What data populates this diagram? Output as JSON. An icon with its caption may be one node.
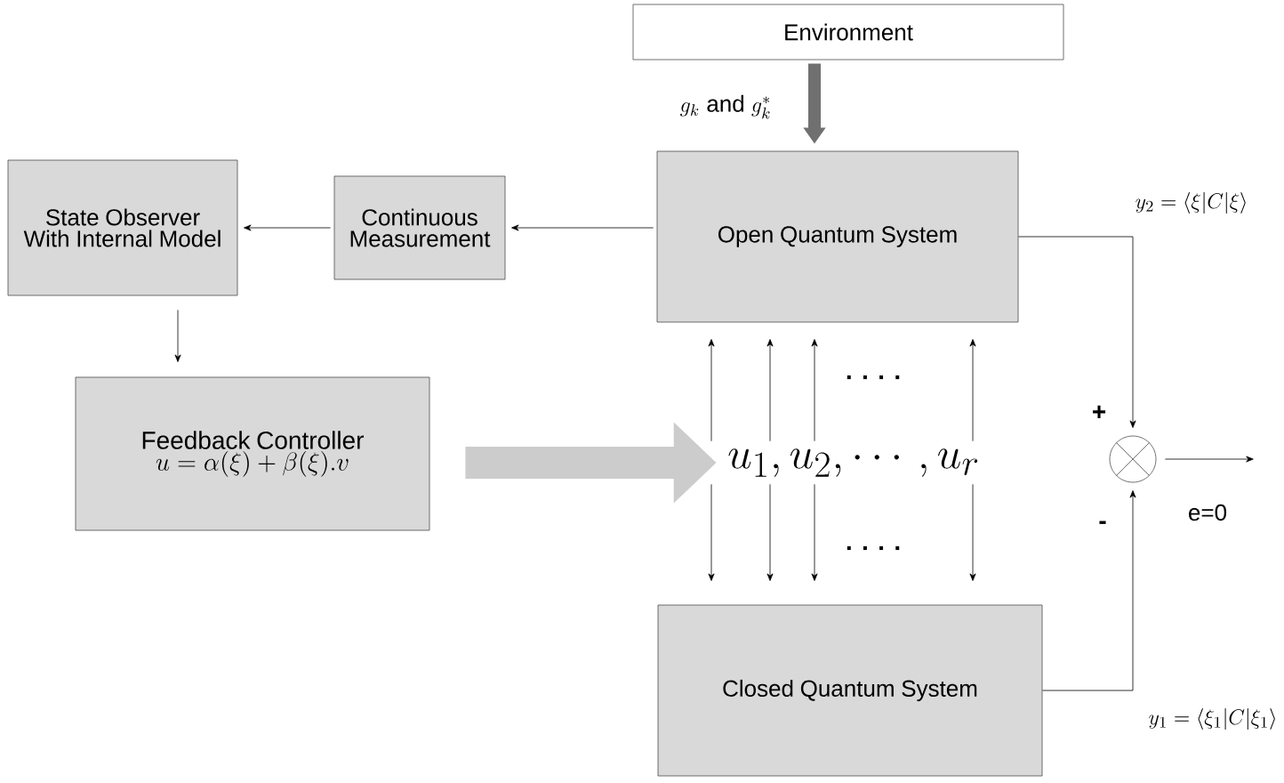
{
  "diagram": {
    "nodes": [
      {
        "text": [
          "Environment"
        ]
      },
      {
        "text": [
          "Open Quantum System"
        ]
      },
      {
        "text": [
          "Continuous Measurement"
        ]
      },
      {
        "text": [
          "State Observer With Internal Model"
        ]
      },
      {
        "text": [
          "Feedback Controller",
          "u=\\alpha(\\xi)+\\beta(\\xi).v"
        ]
      },
      {
        "text": [
          "u_1, u_2, \\cdots, u_r"
        ]
      },
      {
        "text": [
          "Closed Quantum System"
        ]
      },
      {
        "text": [],
        "shape": "circle"
      }
    ],
    "edges": [
      {
        "from": 0,
        "to": 1,
        "arrow": "to",
        "label": "g_k \\text{ and } g_k^*",
        "style": "thick",
        "color": "#707070"
      },
      {
        "from": 1,
        "to": 2,
        "arrow": "to"
      },
      {
        "from": 2,
        "to": 3,
        "arrow": "to"
      },
      {
        "from": 3,
        "to": 4,
        "arrow": "to"
      },
      {
        "from": 4,
        "to": 5,
        "arrow": "to",
        "style": "thick",
        "color": "#cccccc"
      },
      {
        "from": 5,
        "to": 1,
        "arrow": "to"
      },
      {
        "from": 5,
        "to": 1,
        "arrow": "to"
      },
      {
        "from": 5,
        "to": 1,
        "arrow": "to"
      },
      {
        "from": 5,
        "to": 1,
        "arrow": "to"
      },
      {
        "from": 5,
        "to": 6,
        "arrow": "to"
      },
      {
        "from": 5,
        "to": 6,
        "arrow": "to"
      },
      {
        "from": 5,
        "to": 6,
        "arrow": "to"
      },
      {
        "from": 5,
        "to": 6,
        "arrow": "to"
      },
      {
        "from": 1,
        "to": 7,
        "arrow": "to",
        "label": "y_2 = \\langle\\xi|C|\\xi\\rangle"
      },
      {
        "from": 6,
        "to": 7,
        "arrow": "to",
        "label": "y_1 = \\langle\\xi_1|C|\\xi_1\\rangle"
      },
      {
        "from": 7,
        "to": null,
        "arrow": "to",
        "label": "e=0"
      }
    ],
    "labels": [
      ". . . .",
      ". . . .",
      "+",
      "-"
    ]
  }
}
